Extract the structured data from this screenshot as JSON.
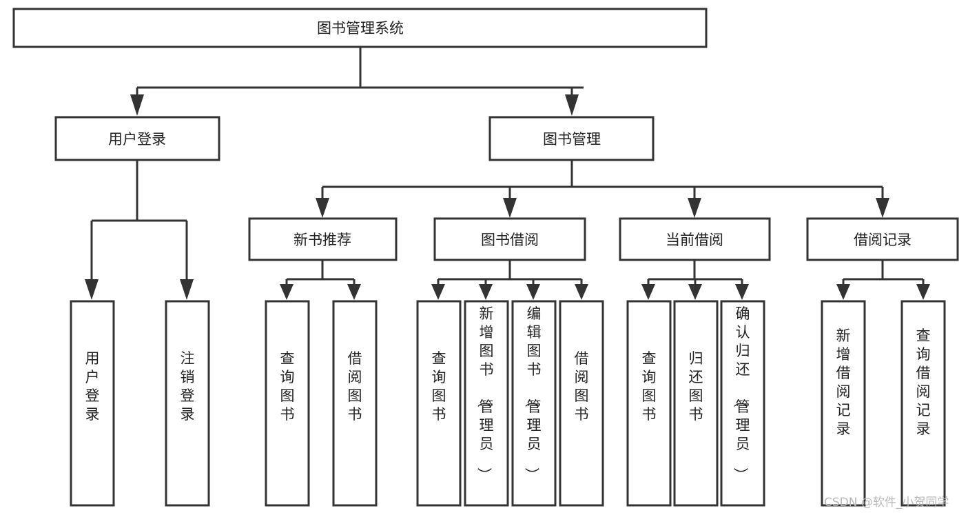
{
  "diagram": {
    "title": "图书管理系统",
    "type": "hierarchy-tree",
    "root": {
      "id": "root",
      "label": "图书管理系统",
      "level": 1
    },
    "level2": [
      {
        "id": "user-login",
        "label": "用户登录"
      },
      {
        "id": "book-management",
        "label": "图书管理"
      }
    ],
    "level3": [
      {
        "id": "new-book-recommend",
        "label": "新书推荐",
        "parent": "book-management"
      },
      {
        "id": "book-borrow",
        "label": "图书借阅",
        "parent": "book-management"
      },
      {
        "id": "current-borrow",
        "label": "当前借阅",
        "parent": "book-management"
      },
      {
        "id": "borrow-record",
        "label": "借阅记录",
        "parent": "book-management"
      }
    ],
    "leaves": [
      {
        "id": "leaf-user-login",
        "label": "用户登录",
        "parent": "user-login"
      },
      {
        "id": "leaf-user-logout",
        "label": "注销登录",
        "parent": "user-login"
      },
      {
        "id": "leaf-query-book-1",
        "label": "查询图书",
        "parent": "new-book-recommend"
      },
      {
        "id": "leaf-borrow-book-1",
        "label": "借阅图书",
        "parent": "new-book-recommend"
      },
      {
        "id": "leaf-query-book-2",
        "label": "查询图书",
        "parent": "book-borrow"
      },
      {
        "id": "leaf-add-book",
        "label": "新增图书（管理员）",
        "parent": "book-borrow"
      },
      {
        "id": "leaf-edit-book",
        "label": "编辑图书（管理员）",
        "parent": "book-borrow"
      },
      {
        "id": "leaf-borrow-book-2",
        "label": "借阅图书",
        "parent": "book-borrow"
      },
      {
        "id": "leaf-query-book-3",
        "label": "查询图书",
        "parent": "current-borrow"
      },
      {
        "id": "leaf-return-book",
        "label": "归还图书",
        "parent": "current-borrow"
      },
      {
        "id": "leaf-confirm-return",
        "label": "确认归还（管理员）",
        "parent": "current-borrow"
      },
      {
        "id": "leaf-add-record",
        "label": "新增借阅记录",
        "parent": "borrow-record"
      },
      {
        "id": "leaf-query-record",
        "label": "查询借阅记录",
        "parent": "borrow-record"
      }
    ]
  },
  "watermark": {
    "text": "CSDN @软件_小贺同学"
  },
  "colors": {
    "stroke": "#333333",
    "fill": "#ffffff",
    "text": "#222222",
    "watermark": "#b9b9b9"
  }
}
